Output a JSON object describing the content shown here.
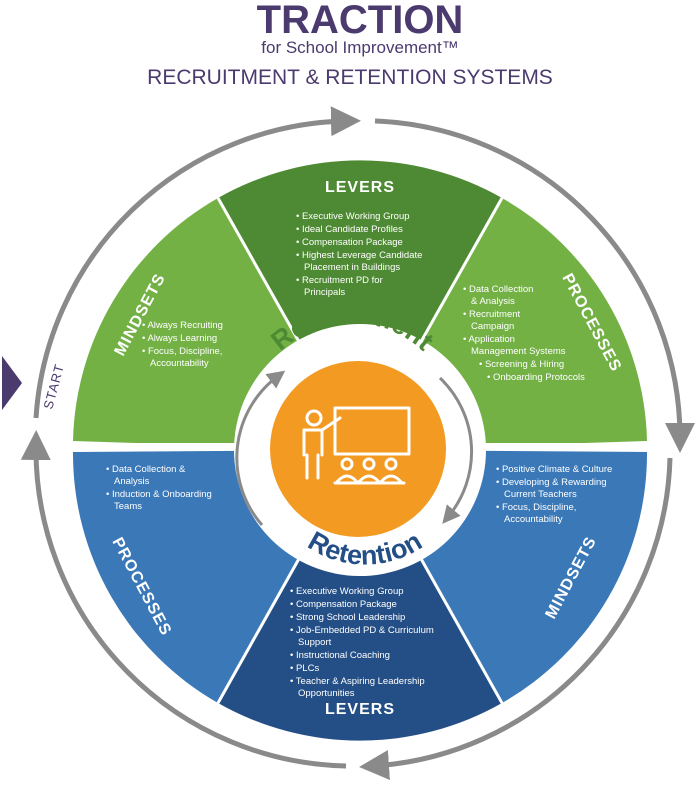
{
  "header": {
    "brand": "TRACTION",
    "tagline": "for School Improvement™",
    "title": "RECRUITMENT & RETENTION SYSTEMS"
  },
  "start_label": "START",
  "center": {
    "top_label": "Recruitment",
    "bottom_label": "Retention",
    "icon": "teacher-presenting-icon"
  },
  "recruitment": {
    "levers": {
      "title": "LEVERS",
      "items": [
        "Executive Working Group",
        "Ideal Candidate Profiles",
        "Compensation Package",
        "Highest Leverage Candidate Placement in Buildings",
        "Recruitment PD for Principals"
      ]
    },
    "processes": {
      "title": "PROCESSES",
      "items": [
        "Data Collection & Analysis",
        "Recruitment Campaign",
        "Application Management Systems",
        "Screening & Hiring",
        "Onboarding Protocols"
      ]
    },
    "mindsets": {
      "title": "MINDSETS",
      "items": [
        "Always Recruiting",
        "Always Learning",
        "Focus, Discipline, Accountability"
      ]
    }
  },
  "retention": {
    "levers": {
      "title": "LEVERS",
      "items": [
        "Executive Working Group",
        "Compensation Package",
        "Strong School Leadership",
        "Job-Embedded PD & Curriculum Support",
        "Instructional Coaching",
        "PLCs",
        "Teacher & Aspiring Leadership Opportunities"
      ]
    },
    "processes": {
      "title": "PROCESSES",
      "items": [
        "Data Collection & Analysis",
        "Induction & Onboarding Teams"
      ]
    },
    "mindsets": {
      "title": "MINDSETS",
      "items": [
        "Positive Climate & Culture",
        "Developing & Rewarding Current Teachers",
        "Focus, Discipline, Accountability"
      ]
    }
  },
  "colors": {
    "brand_purple": "#4b3a6e",
    "green_dark": "#4e8a33",
    "green_light": "#73b145",
    "blue_dark": "#244f86",
    "blue_light": "#3a78b8",
    "orange": "#f39a22",
    "arrow_gray": "#8a8a8a"
  }
}
